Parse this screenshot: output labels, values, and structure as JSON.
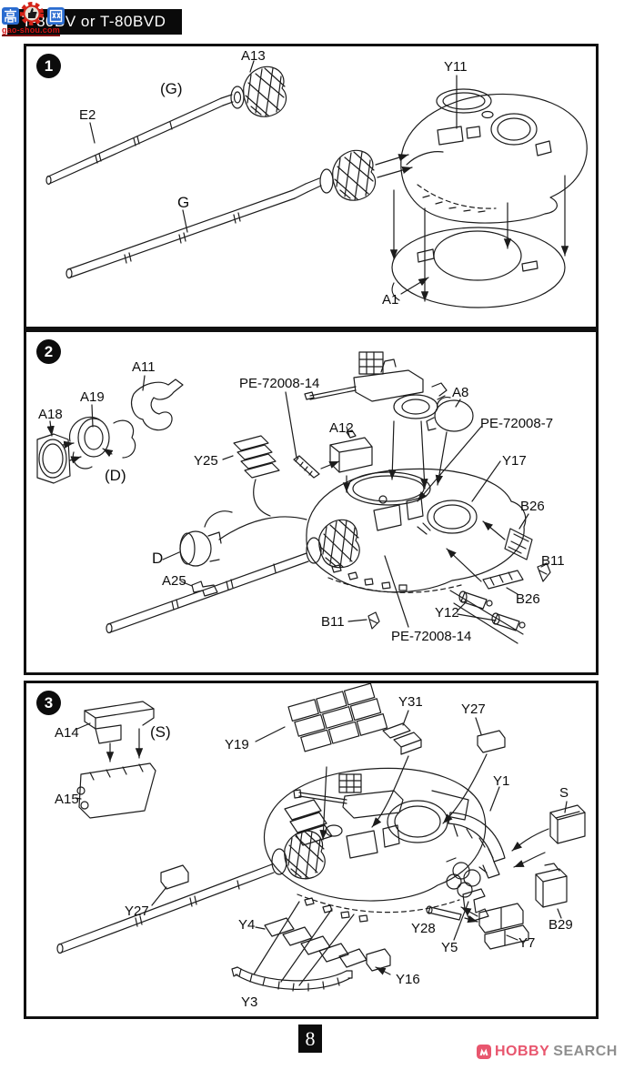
{
  "header": {
    "title": "T-80BV or T-80BVD"
  },
  "watermark": {
    "box_left_char": "高",
    "box_right_char": "网",
    "gear_icon": "red-gear-thumbs-up",
    "site": "gao-shou.com",
    "blue": "#2a6cd0",
    "red": "#d41111"
  },
  "steps": [
    {
      "number": "1",
      "labels": [
        "A13",
        "(G)",
        "E2",
        "G",
        "Y11",
        "A1"
      ]
    },
    {
      "number": "2",
      "labels": [
        "A11",
        "A19",
        "A18",
        "(D)",
        "Y25",
        "PE-72008-14",
        "A12",
        "A8",
        "PE-72008-7",
        "Y17",
        "B26",
        "B11",
        "B26",
        "Y12",
        "D",
        "A25",
        "B11",
        "PE-72008-14"
      ]
    },
    {
      "number": "3",
      "labels": [
        "A14",
        "(S)",
        "A15",
        "Y19",
        "Y31",
        "Y27",
        "Y1",
        "S",
        "B29",
        "Y7",
        "Y27",
        "Y4",
        "Y28",
        "Y5",
        "Y16",
        "Y3"
      ]
    }
  ],
  "footer": {
    "page_number": "8",
    "brand": {
      "first": "HOBBY",
      "second": "SEARCH",
      "pink": "#e8566e",
      "gray": "#8f8f8f"
    }
  }
}
